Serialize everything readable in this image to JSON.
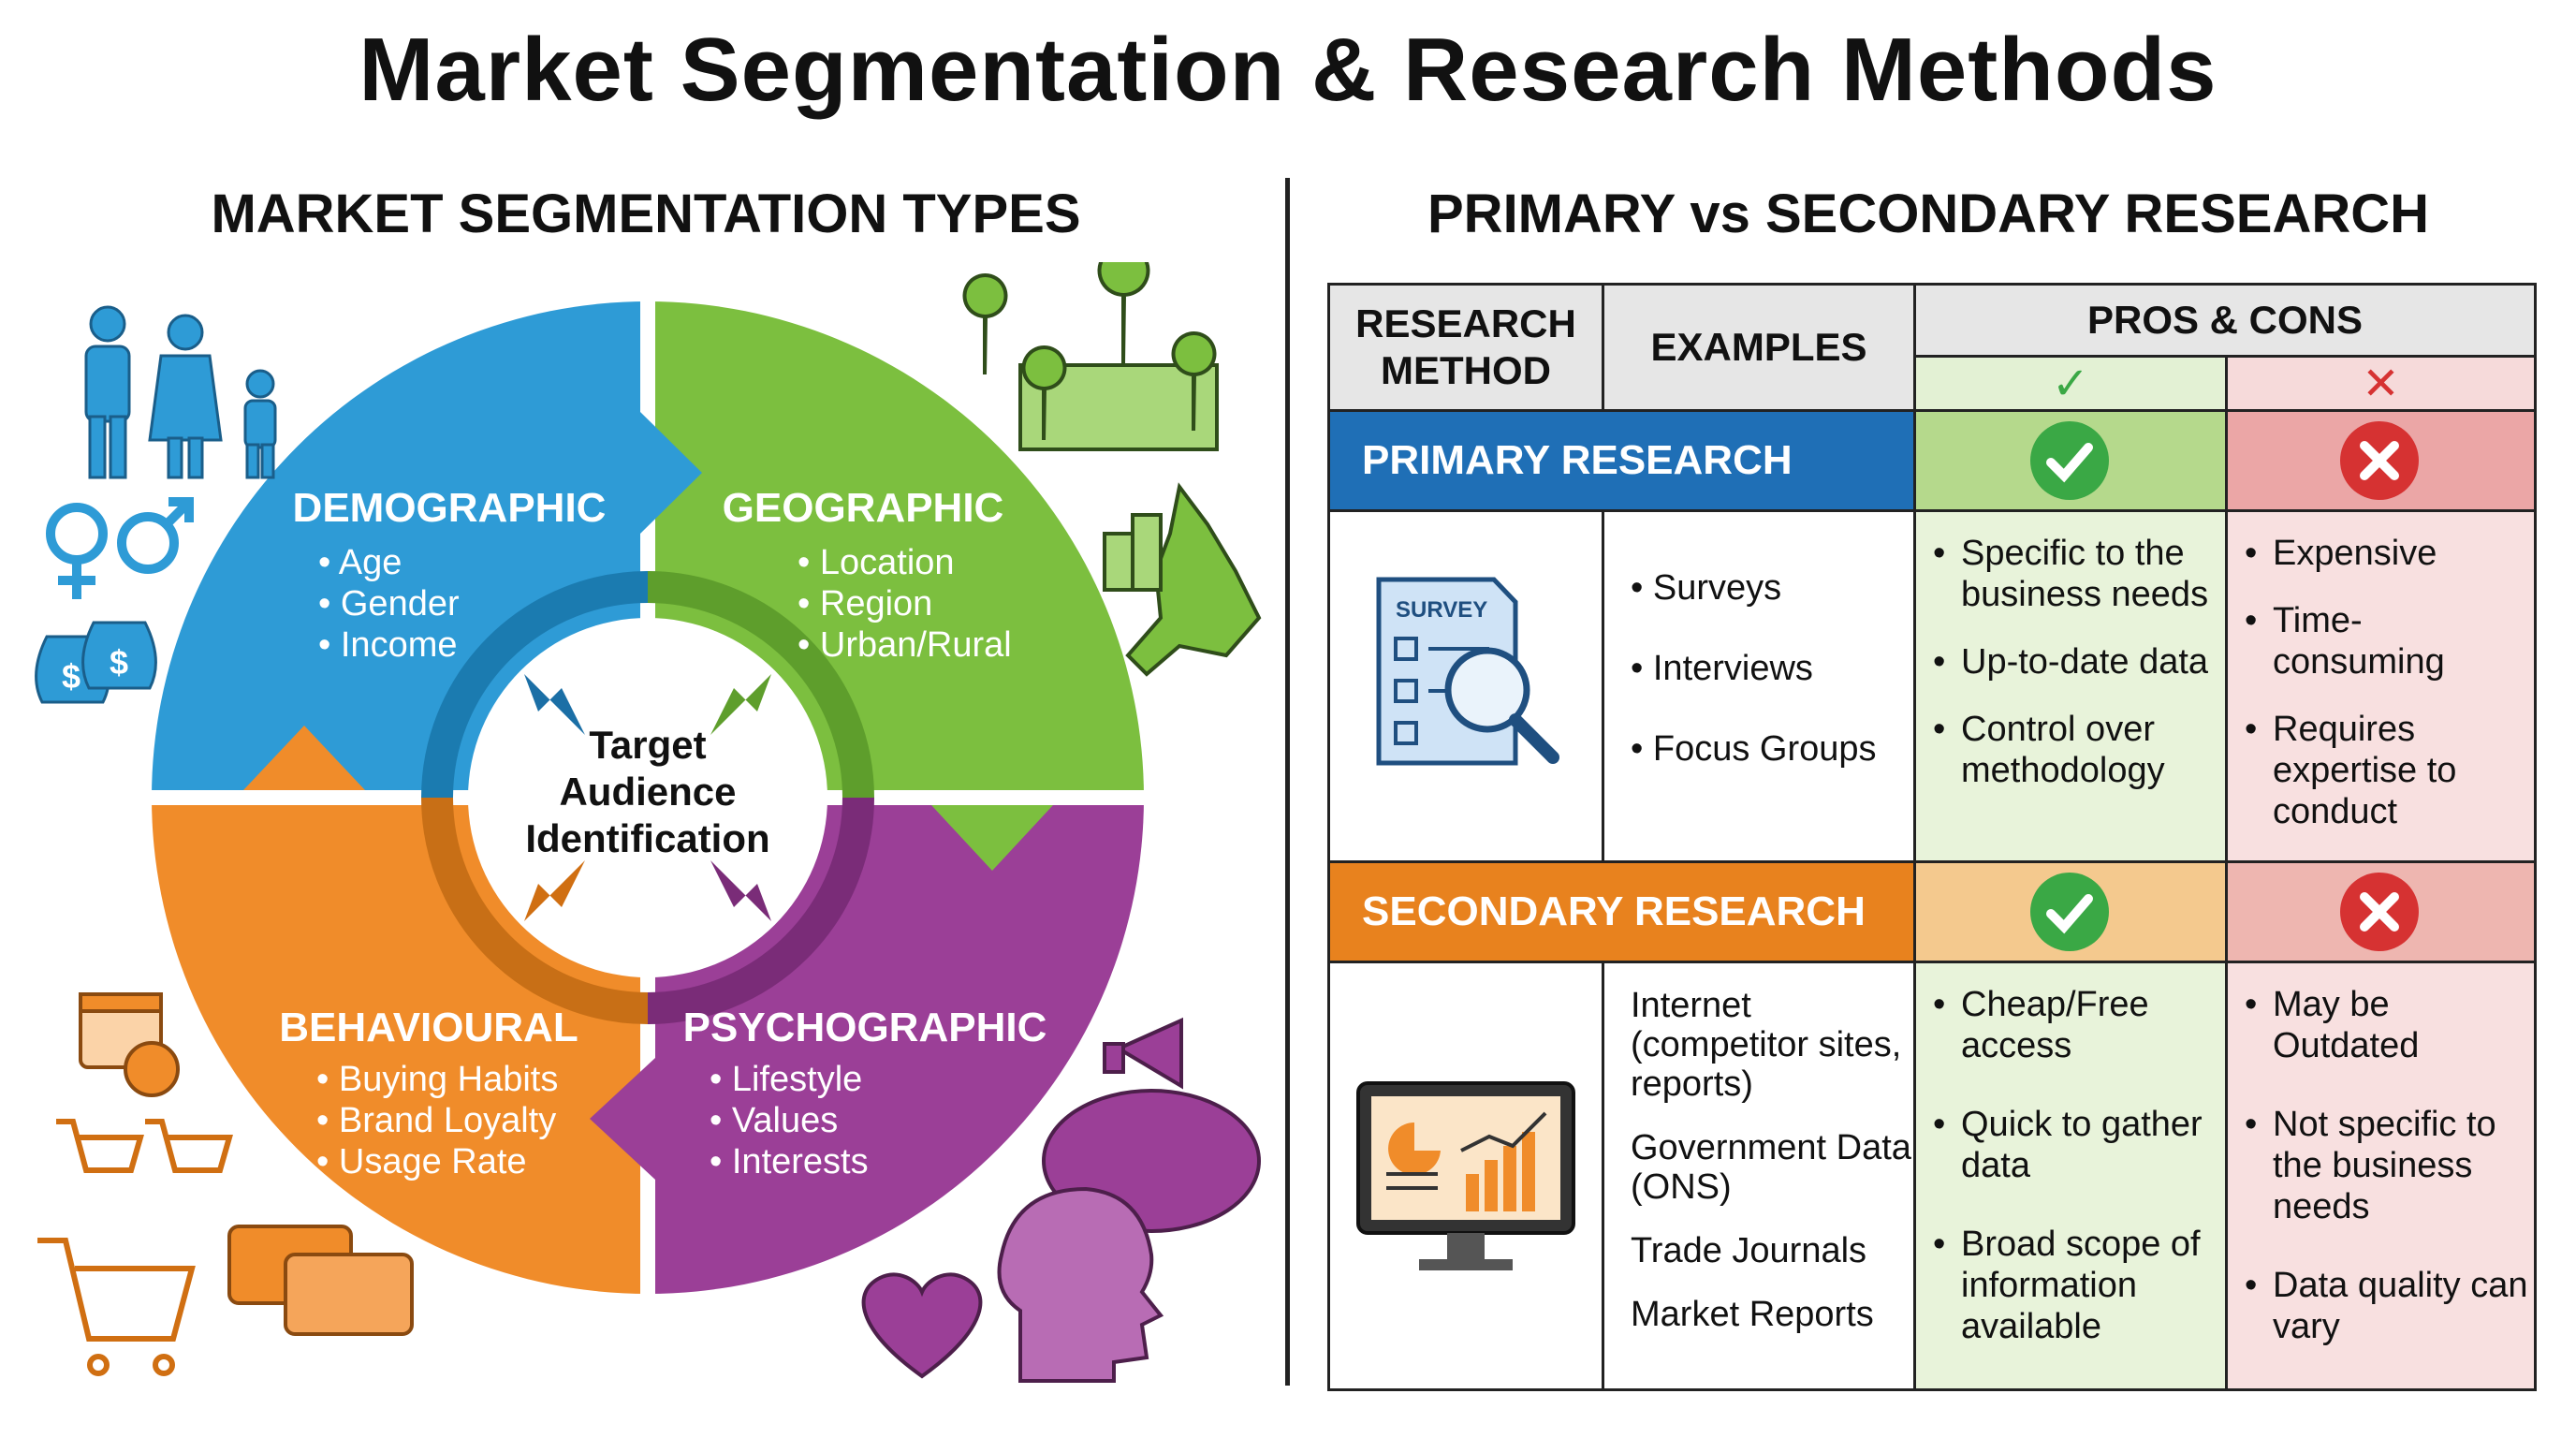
{
  "title": "Market Segmentation & Research Methods",
  "left": {
    "heading": "MARKET SEGMENTATION TYPES",
    "center": [
      "Target",
      "Audience",
      "Identification"
    ],
    "segments": [
      {
        "name": "DEMOGRAPHIC",
        "color": "#2e9bd6",
        "items": [
          "Age",
          "Gender",
          "Income"
        ]
      },
      {
        "name": "GEOGRAPHIC",
        "color": "#7cbf3f",
        "items": [
          "Location",
          "Region",
          "Urban/Rural"
        ]
      },
      {
        "name": "BEHAVIOURAL",
        "color": "#f08c2a",
        "items": [
          "Buying Habits",
          "Brand Loyalty",
          "Usage Rate"
        ]
      },
      {
        "name": "PSYCHOGRAPHIC",
        "color": "#9b3f97",
        "items": [
          "Lifestyle",
          "Values",
          "Interests"
        ]
      }
    ],
    "icons": {
      "survey_label": "SURVEY"
    }
  },
  "right": {
    "heading": "PRIMARY vs SECONDARY RESEARCH",
    "headers": {
      "method": [
        "RESEARCH",
        "METHOD"
      ],
      "examples": "EXAMPLES",
      "proscons": "PROS & CONS",
      "pro_mark": "✓",
      "con_mark": "✕"
    },
    "primary": {
      "label": "PRIMARY RESEARCH",
      "color": "#1f6fb6",
      "examples": [
        "Surveys",
        "Interviews",
        "Focus Groups"
      ],
      "pros": [
        "Specific to the business needs",
        "Up-to-date data",
        "Control over methodology"
      ],
      "cons": [
        "Expensive",
        "Time-consuming",
        "Requires expertise  to conduct"
      ]
    },
    "secondary": {
      "label": "SECONDARY RESEARCH",
      "color": "#e8821e",
      "examples": [
        "Internet (competitor sites, reports)",
        "Government Data (ONS)",
        "Trade Journals",
        "Market Reports"
      ],
      "pros": [
        "Cheap/Free access",
        "Quick to gather data",
        "Broad scope of information available"
      ],
      "cons": [
        "May be Outdated",
        "Not specific to the business needs",
        "Data quality can vary"
      ]
    }
  }
}
